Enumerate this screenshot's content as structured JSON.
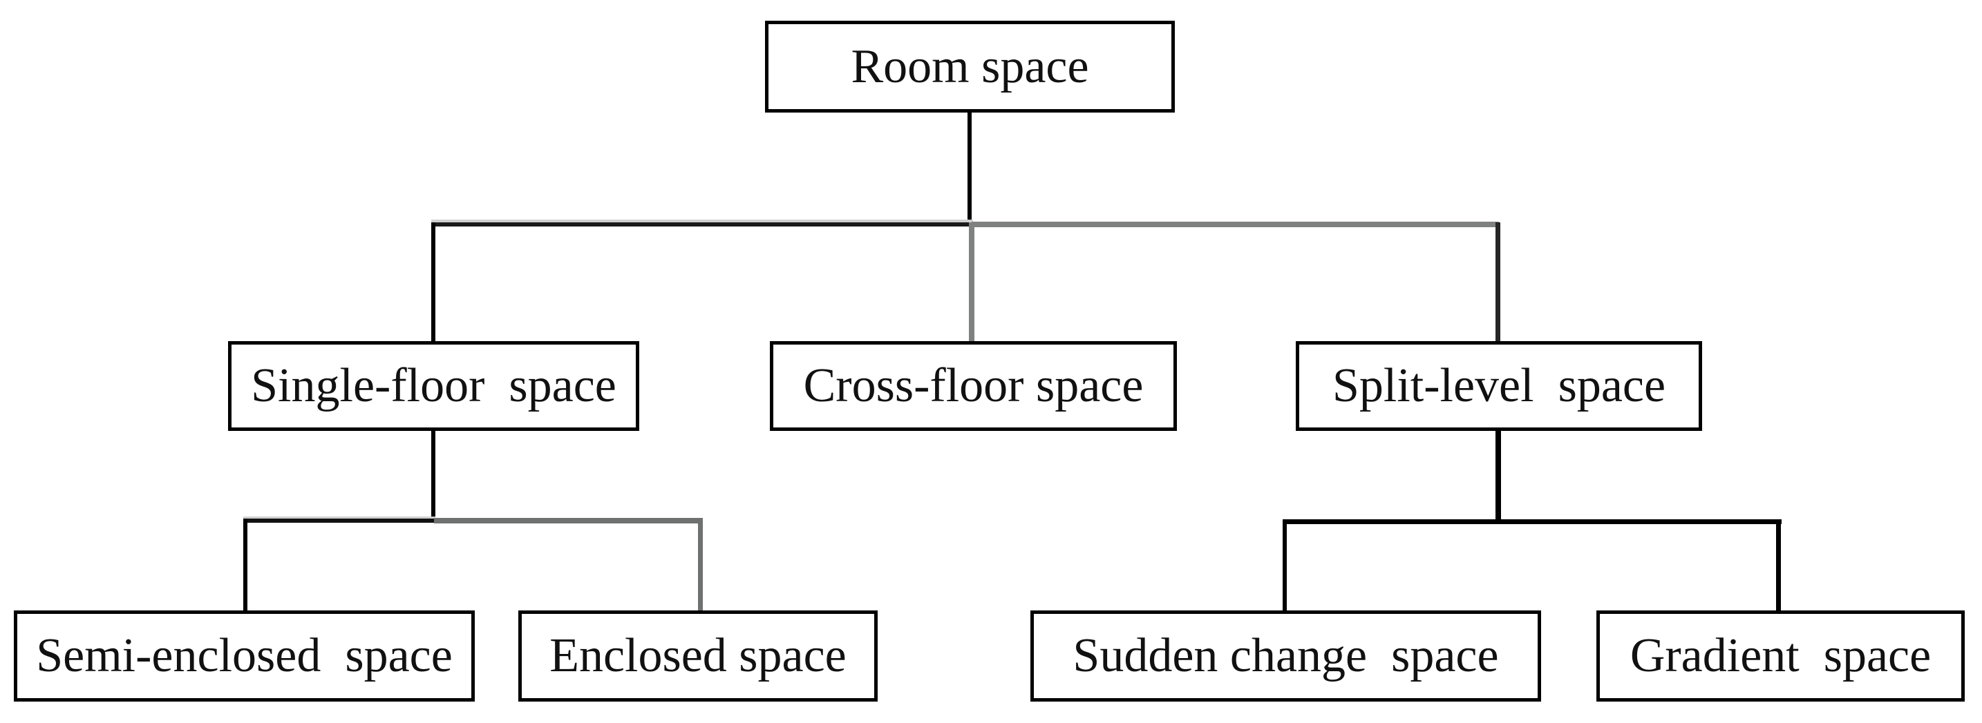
{
  "diagram": {
    "type": "tree",
    "background_color": "#ffffff",
    "box_border_color": "#000000",
    "text_color": "#111111",
    "line_colors": {
      "black": "#000000",
      "gray": "#7f8080",
      "light_gray_edge": "#cfcfcf"
    },
    "nodes": [
      {
        "id": "room_space",
        "label": "Room space",
        "level": 0
      },
      {
        "id": "single_floor_space",
        "label": "Single-floor  space",
        "level": 1
      },
      {
        "id": "cross_floor_space",
        "label": "Cross-floor space",
        "level": 1
      },
      {
        "id": "split_level_space",
        "label": "Split-level  space",
        "level": 1
      },
      {
        "id": "semi_enclosed_space",
        "label": "Semi-enclosed  space",
        "level": 2
      },
      {
        "id": "enclosed_space",
        "label": "Enclosed space",
        "level": 2
      },
      {
        "id": "sudden_change_space",
        "label": "Sudden change  space",
        "level": 2
      },
      {
        "id": "gradient_space",
        "label": "Gradient  space",
        "level": 2
      }
    ],
    "edges": [
      {
        "from": "room_space",
        "to": "single_floor_space"
      },
      {
        "from": "room_space",
        "to": "cross_floor_space"
      },
      {
        "from": "room_space",
        "to": "split_level_space"
      },
      {
        "from": "single_floor_space",
        "to": "semi_enclosed_space"
      },
      {
        "from": "single_floor_space",
        "to": "enclosed_space"
      },
      {
        "from": "split_level_space",
        "to": "sudden_change_space"
      },
      {
        "from": "split_level_space",
        "to": "gradient_space"
      }
    ]
  }
}
